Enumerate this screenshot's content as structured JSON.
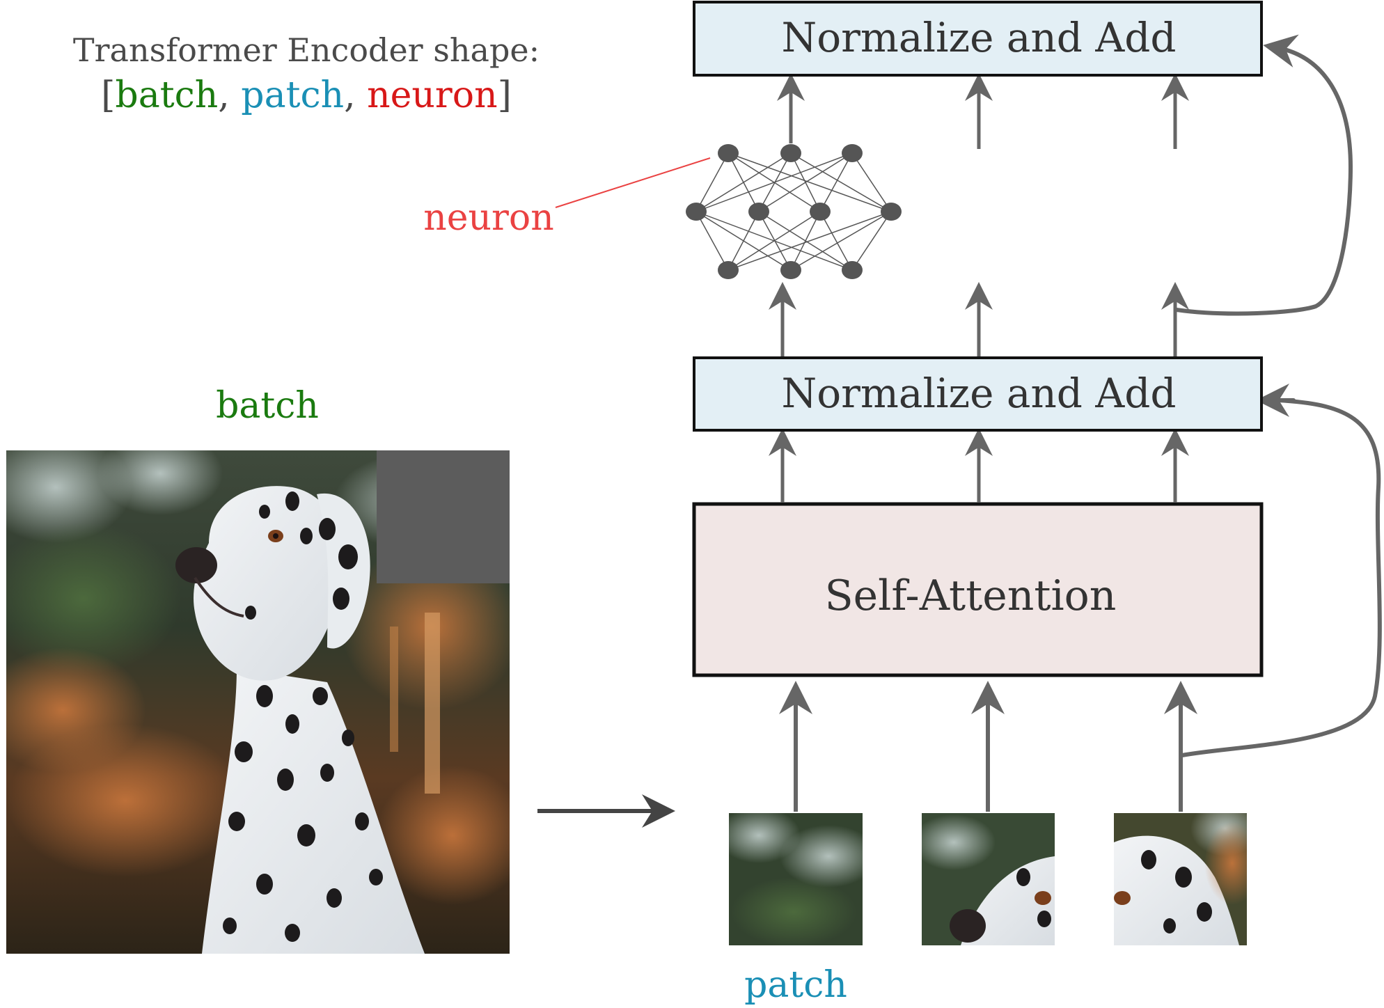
{
  "title": {
    "line1": "Transformer Encoder shape:",
    "open_bracket": "[",
    "batch": "batch",
    "sep1": ", ",
    "patch": "patch",
    "sep2": ", ",
    "neuron": "neuron",
    "close_bracket": "]"
  },
  "labels": {
    "batch": "batch",
    "neuron": "neuron",
    "patch": "patch"
  },
  "blocks": {
    "norm_add_top": "Normalize and Add",
    "norm_add_bottom": "Normalize and Add",
    "self_attention": "Self-Attention"
  },
  "colors": {
    "batch": "#1a7a0f",
    "patch": "#1a8fb5",
    "neuron": "#d81818",
    "neuron_label": "#ea4242",
    "text": "#4a4a4a",
    "norm_fill": "#e3eff5",
    "attn_fill": "#f1e6e5",
    "arrow": "#666666"
  }
}
